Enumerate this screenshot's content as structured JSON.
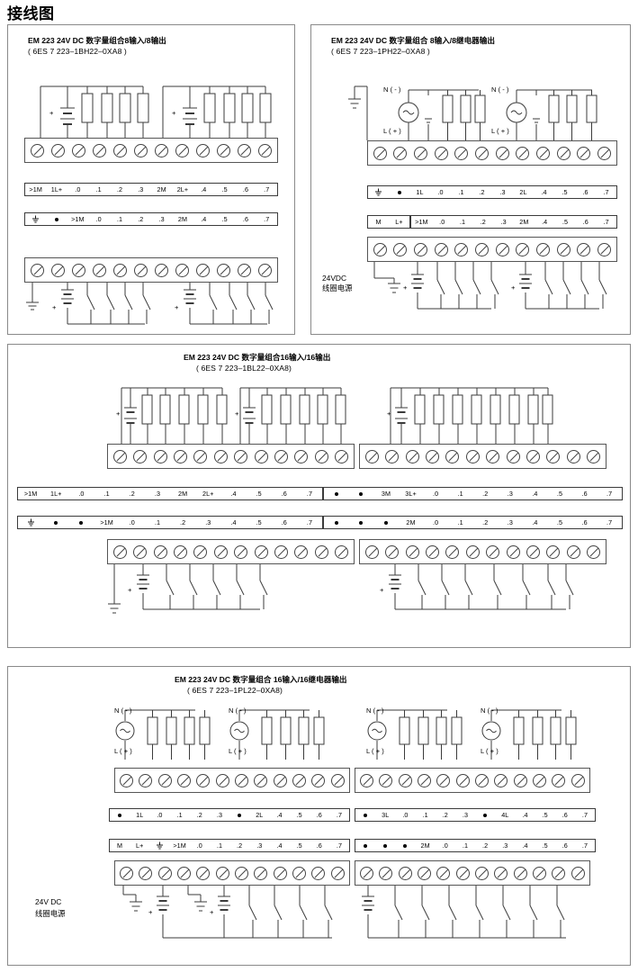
{
  "document": {
    "title": "接线图"
  },
  "panels": [
    {
      "id": "em223-8di-8do-dc",
      "title_line1": "EM 223 24V DC  数字量组合8输入/8输出",
      "title_line2": "( 6ES 7 223–1BH22–0XA8 )",
      "top_strip": [
        ">1M",
        "1L+",
        ".0",
        ".1",
        ".2",
        ".3",
        "2M",
        "2L+",
        ".4",
        ".5",
        ".6",
        ".7"
      ],
      "bottom_strip": [
        "gnd-icon",
        "dot-icon",
        ">1M",
        ".0",
        ".1",
        ".2",
        ".3",
        "2M",
        ".4",
        ".5",
        ".6",
        ".7"
      ],
      "top_screw_count": 12,
      "bottom_screw_count": 12,
      "plus_labels": [
        "+",
        "+"
      ],
      "input_plus_labels": [
        "+",
        "+"
      ]
    },
    {
      "id": "em223-8di-8relay",
      "title_line1": "EM 223 24V DC 数字量组合 8输入/8继电器输出",
      "title_line2": "( 6ES 7 223–1PH22–0XA8 )",
      "top_strip": [
        "gnd-icon",
        "dot-icon",
        "1L",
        ".0",
        ".1",
        ".2",
        ".3",
        "2L",
        ".4",
        ".5",
        ".6",
        ".7"
      ],
      "bottom_strip_left": [
        "M",
        "L+"
      ],
      "bottom_strip": [
        ">1M",
        ".0",
        ".1",
        ".2",
        ".3",
        "2M",
        ".4",
        ".5",
        ".6",
        ".7"
      ],
      "top_screw_count": 12,
      "bottom_screw_count": 12,
      "ac_labels": [
        {
          "neutral": "N ( - )",
          "line": "L ( + )"
        },
        {
          "neutral": "N ( - )",
          "line": "L ( + )"
        }
      ],
      "supply_label_line1": "24VDC",
      "supply_label_line2": "线圈电源",
      "input_plus_labels": [
        "+",
        "+"
      ]
    },
    {
      "id": "em223-16di-16do-dc",
      "title_line1": "EM 223 24V DC 数字量组合16输入/16输出",
      "title_line2": "( 6ES 7 223–1BL22–0XA8)",
      "top_strip_left": [
        ">1M",
        "1L+",
        ".0",
        ".1",
        ".2",
        ".3",
        "2M",
        "2L+",
        ".4",
        ".5",
        ".6",
        ".7"
      ],
      "top_strip_right": [
        "dot-icon",
        "dot-icon",
        "3M",
        "3L+",
        ".0",
        ".1",
        ".2",
        ".3",
        ".4",
        ".5",
        ".6",
        ".7"
      ],
      "bottom_strip_left": [
        "gnd-icon",
        "dot-icon",
        "dot-icon",
        ">1M",
        ".0",
        ".1",
        ".2",
        ".3",
        ".4",
        ".5",
        ".6",
        ".7"
      ],
      "bottom_strip_right": [
        "dot-icon",
        "dot-icon",
        "dot-icon",
        "2M",
        ".0",
        ".1",
        ".2",
        ".3",
        ".4",
        ".5",
        ".6",
        ".7"
      ],
      "top_screw_count_left": 12,
      "top_screw_count_right": 12,
      "bottom_screw_count_left": 12,
      "bottom_screw_count_right": 12,
      "plus_labels": [
        "+",
        "+",
        "+"
      ],
      "input_plus_labels": [
        "+",
        "+"
      ]
    },
    {
      "id": "em223-16di-16relay",
      "title_line1": "EM 223 24V DC 数字量组合  16输入/16继电器输出",
      "title_line2": "( 6ES 7 223–1PL22–0XA8)",
      "top_strip_left": [
        "dot-icon",
        "1L",
        ".0",
        ".1",
        ".2",
        ".3",
        "dot-icon",
        "2L",
        ".4",
        ".5",
        ".6",
        ".7"
      ],
      "top_strip_right": [
        "dot-icon",
        "3L",
        ".0",
        ".1",
        ".2",
        ".3",
        "dot-icon",
        "4L",
        ".4",
        ".5",
        ".6",
        ".7"
      ],
      "bottom_strip_left_pre": [
        "M",
        "L+",
        "gnd-icon"
      ],
      "bottom_strip_left": [
        ">1M",
        ".0",
        ".1",
        ".2",
        ".3",
        ".4",
        ".5",
        ".6",
        ".7"
      ],
      "bottom_strip_right": [
        "dot-icon",
        "dot-icon",
        "dot-icon",
        "2M",
        ".0",
        ".1",
        ".2",
        ".3",
        ".4",
        ".5",
        ".6",
        ".7"
      ],
      "top_screw_count_left": 12,
      "top_screw_count_right": 12,
      "bottom_screw_count_left": 12,
      "bottom_screw_count_right": 12,
      "ac_labels": [
        {
          "neutral": "N ( - )",
          "line": "L ( + )"
        },
        {
          "neutral": "N ( - )",
          "line": "L ( + )"
        },
        {
          "neutral": "N ( - )",
          "line": "L ( + )"
        },
        {
          "neutral": "N ( - )",
          "line": "L ( + )"
        }
      ],
      "supply_label_line1": "24V DC",
      "supply_label_line2": "线圈电源",
      "input_plus_labels": [
        "+",
        "+"
      ]
    }
  ],
  "colors": {
    "line": "#3b3b3b",
    "panel_border": "#8a8a8a",
    "text": "#000000",
    "background": "#ffffff"
  }
}
